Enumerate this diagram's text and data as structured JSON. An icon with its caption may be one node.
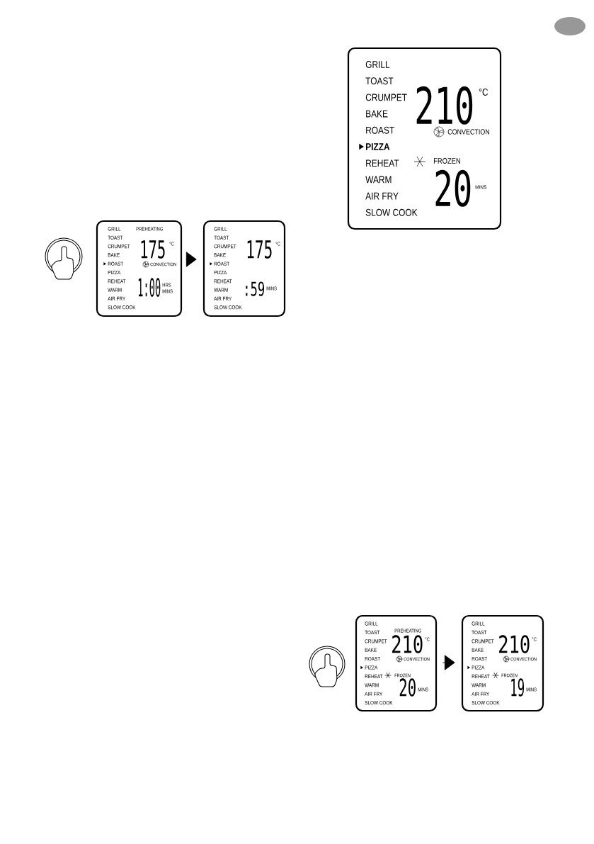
{
  "diagram": {
    "nodes": [
      {
        "text": [
          "GRILL",
          "TOAST",
          "CRUMPET",
          "BAKE",
          "ROAST",
          "PIZZA",
          "REHEAT",
          "WARM",
          "AIR FRY",
          "SLOW COOK",
          "210",
          "°C",
          "CONVECTION",
          "FROZEN",
          "20",
          "MINS"
        ]
      },
      {
        "text": [
          "GRILL",
          "TOAST",
          "CRUMPET",
          "BAKE",
          "ROAST",
          "PIZZA",
          "REHEAT",
          "WARM",
          "AIR FRY",
          "SLOW COOK",
          "PREHEATING",
          "175",
          "°C",
          "CONVECTION",
          "1:00",
          "HRS",
          "MINS"
        ]
      },
      {
        "text": [
          "GRILL",
          "TOAST",
          "CRUMPET",
          "BAKE",
          "ROAST",
          "PIZZA",
          "REHEAT",
          "WARM",
          "AIR FRY",
          "SLOW COOK",
          "175",
          "°C",
          ":59",
          "MINS"
        ]
      },
      {
        "text": [
          "GRILL",
          "TOAST",
          "CRUMPET",
          "BAKE",
          "ROAST",
          "PIZZA",
          "REHEAT",
          "WARM",
          "AIR FRY",
          "SLOW COOK",
          "PREHEATING",
          "210",
          "°C",
          "CONVECTION",
          "FROZEN",
          "20",
          "MINS"
        ]
      },
      {
        "text": [
          "GRILL",
          "TOAST",
          "CRUMPET",
          "BAKE",
          "ROAST",
          "PIZZA",
          "REHEAT",
          "WARM",
          "AIR FRY",
          "SLOW COOK",
          "210",
          "°C",
          "CONVECTION",
          "FROZEN",
          "19",
          "MINS"
        ]
      }
    ],
    "edges": [
      {
        "from": 1,
        "to": 2,
        "arrow": "to"
      },
      {
        "from": 3,
        "to": 4,
        "arrow": "to"
      }
    ]
  }
}
